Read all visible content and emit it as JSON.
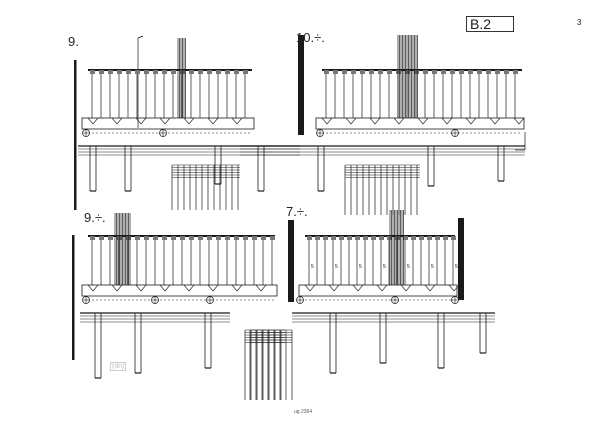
{
  "page": {
    "section_label": "B.2",
    "page_number": "3",
    "catalog_number": "ug 2364",
    "watermark": "(dn)"
  },
  "systems": [
    {
      "number": "9."
    },
    {
      "number": "10.÷."
    },
    {
      "number": "9.÷."
    },
    {
      "number": "7.÷."
    }
  ],
  "colors": {
    "ink": "#1a1a1a",
    "paper": "#ffffff",
    "gray": "#777777"
  }
}
